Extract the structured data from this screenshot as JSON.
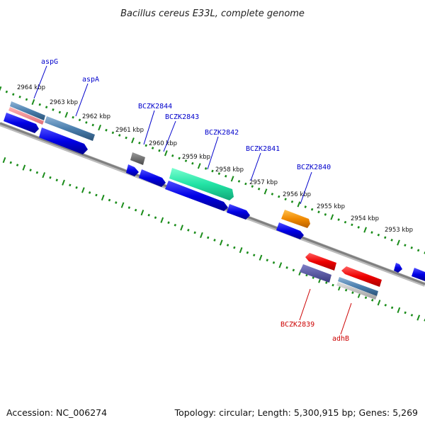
{
  "title": "Bacillus cereus E33L, complete genome",
  "footer": {
    "accession": "Accession: NC_006274",
    "summary": "Topology: circular; Length: 5,300,915 bp; Genes: 5,269"
  },
  "colors": {
    "backbone": "#7a7a7a",
    "tick": "#1a8c1a",
    "label_forward": "#0000cc",
    "label_reverse": "#cc0000"
  },
  "kbp_ticks": [
    "2964 kbp",
    "2963 kbp",
    "2962 kbp",
    "2961 kbp",
    "2960 kbp",
    "2959 kbp",
    "2958 kbp",
    "2957 kbp",
    "2956 kbp",
    "2955 kbp",
    "2954 kbp",
    "2953 kbp"
  ],
  "forward_labels": [
    "aspG",
    "aspA",
    "BCZK2844",
    "BCZK2843",
    "BCZK2842",
    "BCZK2841",
    "BCZK2840"
  ],
  "reverse_labels": [
    "BCZK2839",
    "adhB"
  ]
}
